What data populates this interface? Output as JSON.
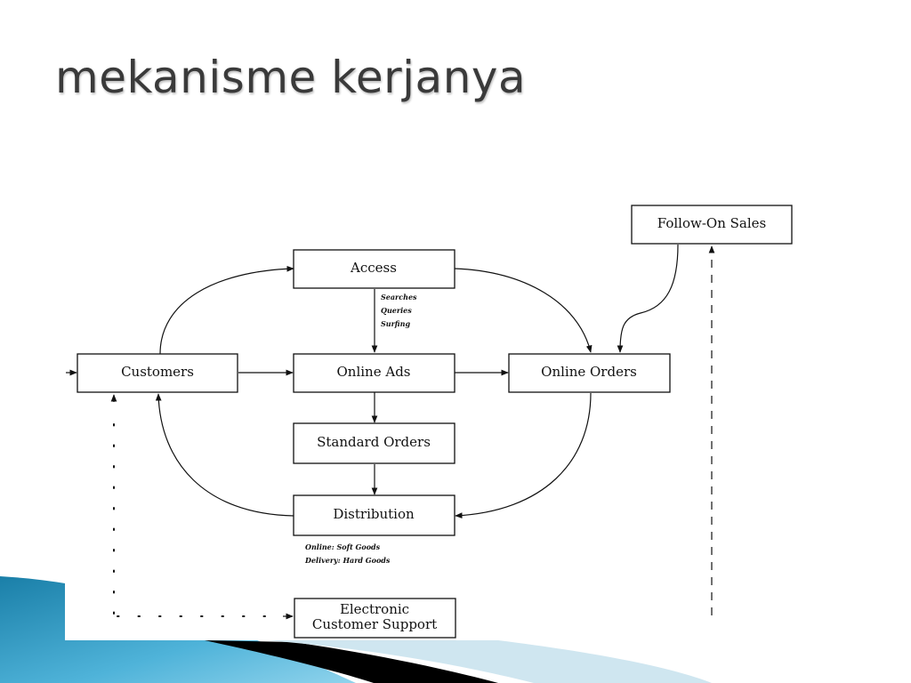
{
  "slide": {
    "title": "mekanisme kerjanya"
  },
  "diagram": {
    "nodes": {
      "customers": "Customers",
      "access": "Access",
      "online_ads": "Online Ads",
      "online_orders": "Online Orders",
      "standard_orders": "Standard Orders",
      "distribution": "Distribution",
      "follow_on_sales": "Follow-On Sales",
      "support_line1": "Electronic",
      "support_line2": "Customer Support"
    },
    "notes": {
      "access_line1": "Searches",
      "access_line2": "Queries",
      "access_line3": "Surfing",
      "distribution_line1": "Online: Soft Goods",
      "distribution_line2": "Delivery: Hard Goods"
    }
  },
  "colors": {
    "wave_dark": "#1a7fa8",
    "wave_light": "#5fc0e0",
    "wave_pale": "#cfe6f0",
    "black_band": "#000000"
  }
}
